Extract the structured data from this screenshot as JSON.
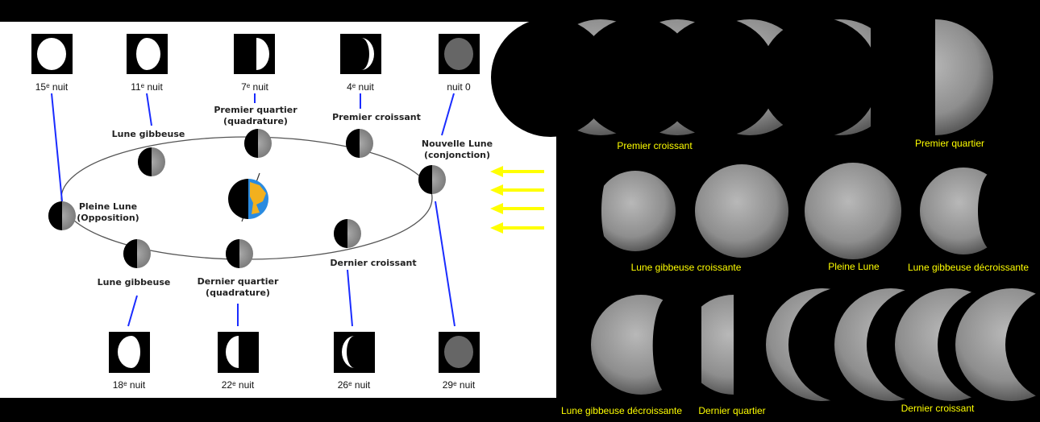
{
  "diagram": {
    "night_labels": {
      "n15": "15ᵉ nuit",
      "n11": "11ᵉ nuit",
      "n7": "7ᵉ nuit",
      "n4": "4ᵉ nuit",
      "n0": "nuit 0",
      "n18": "18ᵉ nuit",
      "n22": "22ᵉ nuit",
      "n26": "26ᵉ nuit",
      "n29": "29ᵉ nuit"
    },
    "phase_labels": {
      "gibbeuse_top": "Lune gibbeuse",
      "premier_quartier": "Premier quartier",
      "quadrature_top": "(quadrature)",
      "premier_croissant": "Premier croissant",
      "nouvelle_lune": "Nouvelle Lune",
      "conjonction": "(conjonction)",
      "pleine_lune": "Pleine Lune",
      "opposition": "(Opposition)",
      "dernier_croissant": "Dernier croissant",
      "gibbeuse_bottom": "Lune gibbeuse",
      "dernier_quartier": "Dernier quartier",
      "quadrature_bottom": "(quadrature)"
    },
    "colors": {
      "lines": "#1a2cff",
      "sun_arrows": "#ffff00",
      "earth_land": "#f2b01e",
      "earth_sea": "#2a8be0"
    }
  },
  "photos": {
    "labels": {
      "premier_croissant": "Premier croissant",
      "premier_quartier": "Premier quartier",
      "gibbeuse_croissante": "Lune gibbeuse croissante",
      "pleine_lune": "Pleine Lune",
      "gibbeuse_decroissante_1": "Lune gibbeuse décroissante",
      "gibbeuse_decroissante_2": "Lune gibbeuse décroissante",
      "dernier_quartier": "Dernier quartier",
      "dernier_croissant": "Dernier croissant"
    }
  }
}
